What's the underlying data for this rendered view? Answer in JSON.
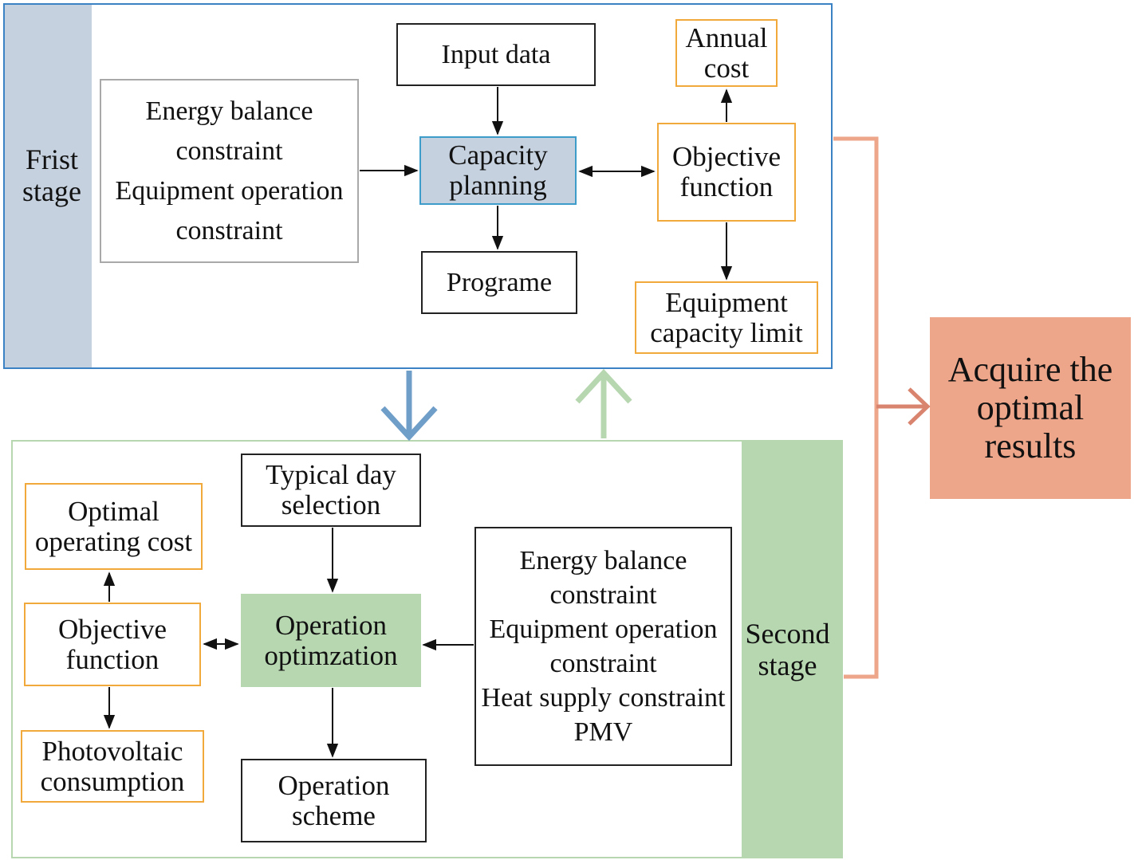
{
  "colors": {
    "first_stage_border": "#3b82c4",
    "first_stage_band": "#c5d1df",
    "second_stage_border": "#b7d7b1",
    "second_stage_band": "#b7d7b1",
    "orange_box": "#f2a93b",
    "result_box": "#eea68a",
    "result_arrow": "#eea68a",
    "down_arrow": "#6f9ec8",
    "up_arrow": "#b7d7b1"
  },
  "first_stage": {
    "label": "Frist\nstage",
    "input_data": "Input data",
    "constraints": "Energy balance\nconstraint\nEquipment operation\nconstraint",
    "capacity_planning": "Capacity\nplanning",
    "programe": "Programe",
    "annual_cost": "Annual\ncost",
    "objective_function": "Objective\nfunction",
    "equipment_capacity_limit": "Equipment\ncapacity limit"
  },
  "second_stage": {
    "label": "Second\nstage",
    "typical_day_selection": "Typical day\nselection",
    "optimal_operating_cost": "Optimal\noperating cost",
    "objective_function": "Objective\nfunction",
    "operation_optimization": "Operation\noptimzation",
    "photovoltaic_consumption": "Photovoltaic\nconsumption",
    "operation_scheme": "Operation\nscheme",
    "constraints": "Energy balance\nconstraint\nEquipment operation\nconstraint\nHeat supply constraint\nPMV"
  },
  "result": {
    "label": "Acquire the\noptimal\nresults"
  }
}
